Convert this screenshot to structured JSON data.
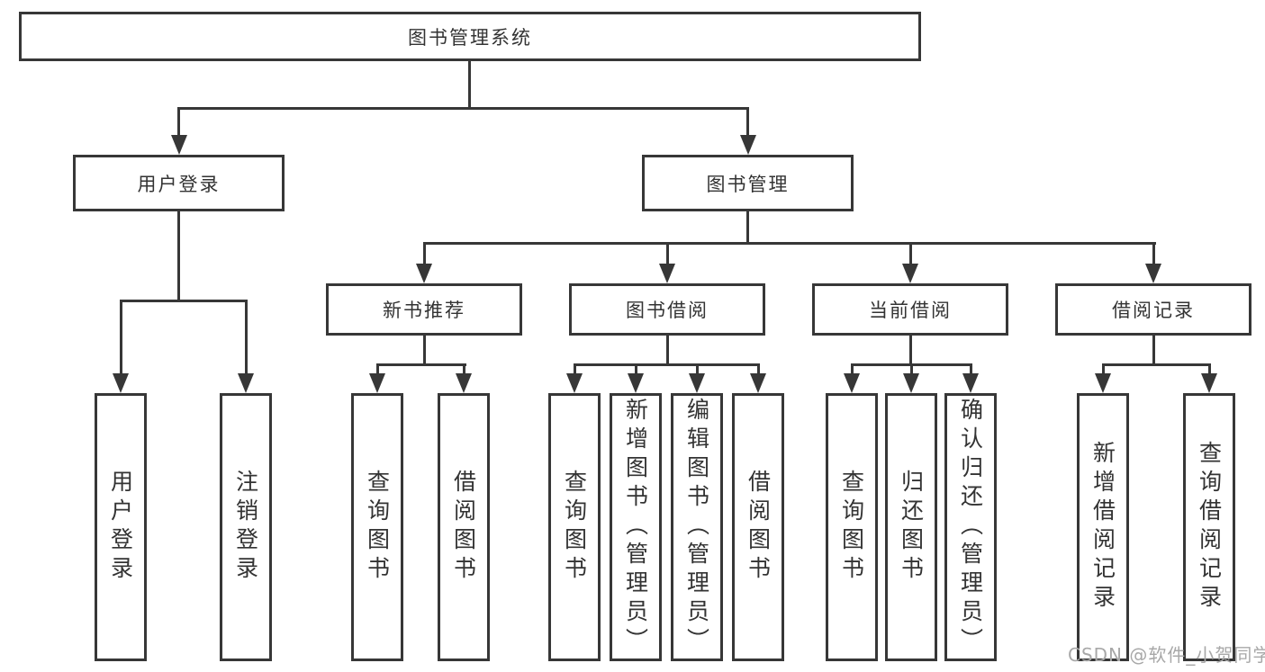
{
  "colors": {
    "line": "#373737",
    "text": "#333333",
    "watermark": "#a8a8a8",
    "background": "#ffffff"
  },
  "watermark": "CSDN @软件_小贺同学",
  "tree": {
    "root": "图书管理系统",
    "branches": [
      {
        "label": "用户登录",
        "children": [
          "用户登录",
          "注销登录"
        ]
      },
      {
        "label": "图书管理",
        "sections": [
          {
            "label": "新书推荐",
            "children": [
              "查询图书",
              "借阅图书"
            ]
          },
          {
            "label": "图书借阅",
            "children": [
              "查询图书",
              "新增图书（管理员）",
              "编辑图书（管理员）",
              "借阅图书"
            ]
          },
          {
            "label": "当前借阅",
            "children": [
              "查询图书",
              "归还图书",
              "确认归还（管理员）"
            ]
          },
          {
            "label": "借阅记录",
            "children": [
              "新增借阅记录",
              "查询借阅记录"
            ]
          }
        ]
      }
    ]
  }
}
